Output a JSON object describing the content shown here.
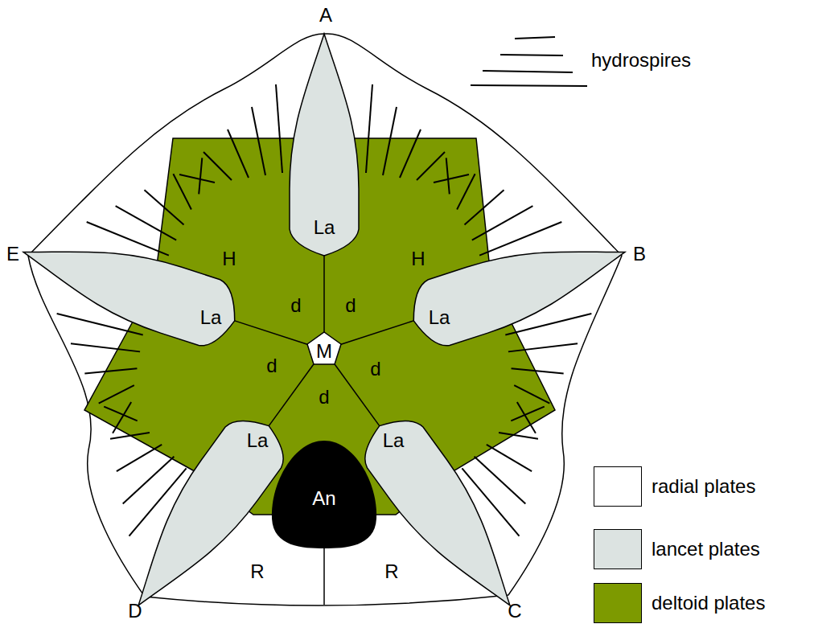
{
  "diagram": {
    "labels": [
      "A",
      "La",
      "E",
      "H",
      "H",
      "B",
      "d",
      "d",
      "La",
      "La",
      "M",
      "d",
      "d",
      "La",
      "La",
      "d",
      "An",
      "R",
      "R",
      "D",
      "C"
    ],
    "legend": [
      {
        "text": "hydrospires"
      },
      {
        "text": "radial plates",
        "color": "#ffffff"
      },
      {
        "text": "lancet plates",
        "color": "#dce3e1"
      },
      {
        "text": "deltoid plates",
        "color": "#7d9a00"
      }
    ]
  }
}
